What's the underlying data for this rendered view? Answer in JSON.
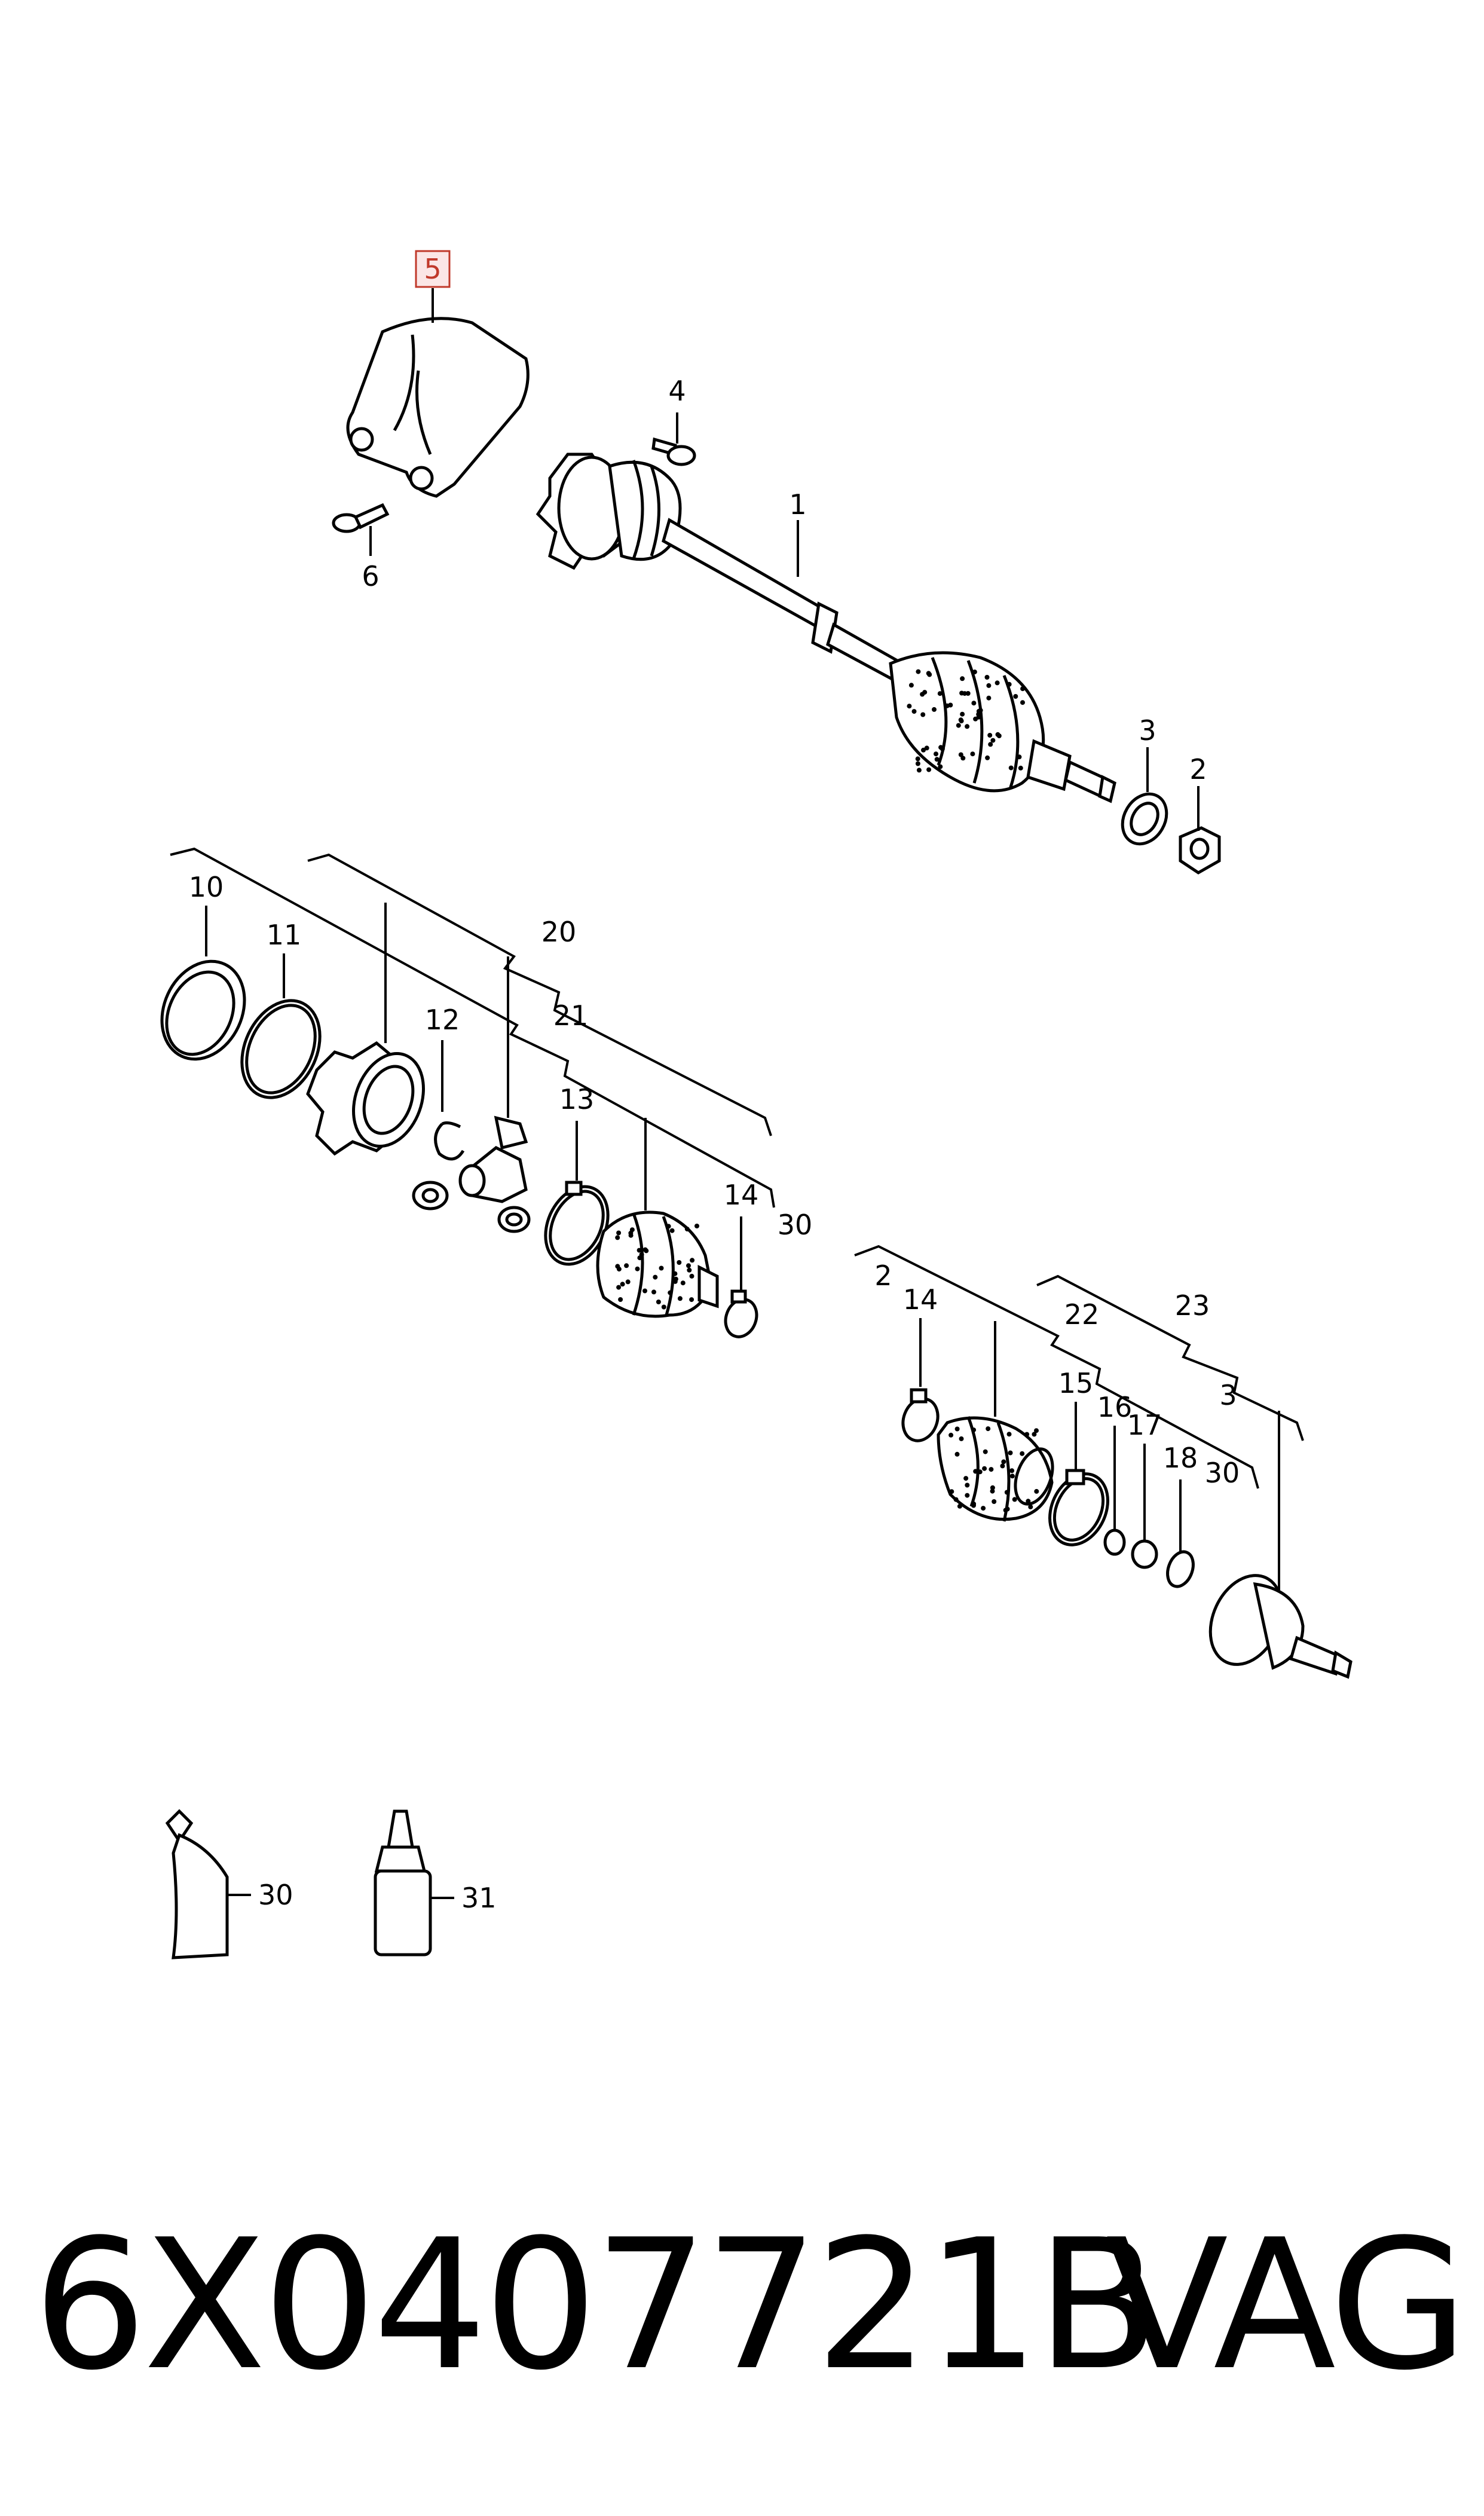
{
  "colors": {
    "ink": "#000000",
    "highlight": "#c0392b",
    "background": "#ffffff"
  },
  "callouts": {
    "n1": "1",
    "n2a": "2",
    "n3a": "3",
    "n4": "4",
    "n5": "5",
    "n6": "6",
    "n10": "10",
    "n11": "11",
    "n12": "12",
    "n13": "13",
    "n14a": "14",
    "n20": "20",
    "n21": "21",
    "n30a": "30",
    "n2b": "2",
    "n14b": "14",
    "n15": "15",
    "n16": "16",
    "n17": "17",
    "n18": "18",
    "n22": "22",
    "n23": "23",
    "n3b": "3",
    "n30b": "30",
    "n30c": "30",
    "n31": "31"
  },
  "footer": {
    "part_number": "6X0407721B",
    "brand": "VAG"
  }
}
